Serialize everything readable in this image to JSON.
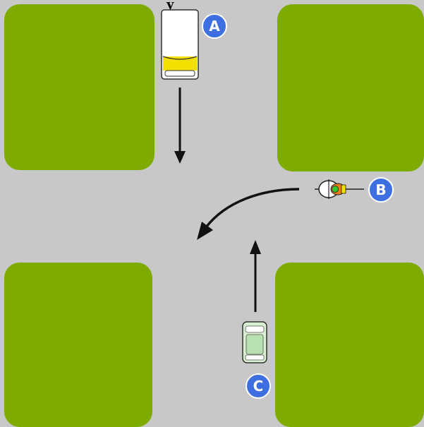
{
  "heading_fragment": "y",
  "labels": {
    "vehicle_a": "A",
    "vehicle_b": "B",
    "vehicle_c": "C"
  },
  "colors": {
    "road": "#c8c8c8",
    "grass": "#7eab00",
    "badge": "#3d6fe0",
    "badge_text": "#ffffff",
    "arrow": "#111111",
    "bus_body": "#ffffff",
    "bus_front": "#f2e000",
    "car_c": "#d8efd0",
    "border": "#333333"
  },
  "vehicles": [
    {
      "id": "A",
      "type": "bus",
      "direction": "south"
    },
    {
      "id": "B",
      "type": "motorcycle",
      "direction": "west-turn-left"
    },
    {
      "id": "C",
      "type": "car",
      "direction": "north"
    }
  ]
}
